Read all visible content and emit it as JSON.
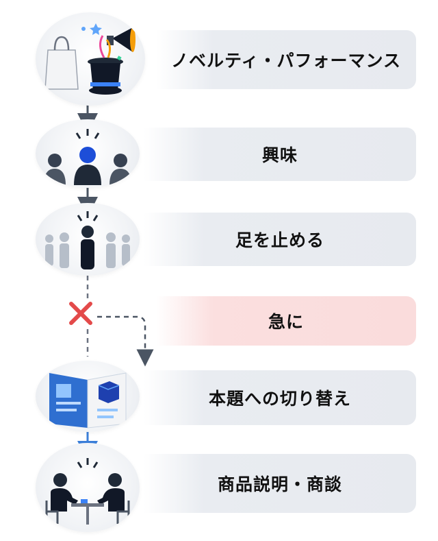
{
  "steps": [
    {
      "label": "ノベルティ・パフォーマンス",
      "icon": "shopping-bag-magic-hat-megaphone-icon"
    },
    {
      "label": "興味",
      "icon": "interested-people-icon"
    },
    {
      "label": "足を止める",
      "icon": "person-stopping-in-crowd-icon"
    },
    {
      "label": "急に",
      "icon": ""
    },
    {
      "label": "本題への切り替え",
      "icon": "open-brochure-icon"
    },
    {
      "label": "商品説明・商談",
      "icon": "business-meeting-icon"
    }
  ],
  "colors": {
    "arrow_gray": "#4b5563",
    "arrow_blue": "#3b7fd9",
    "cross_red": "#e34a4a",
    "label_bg": "#e9ecf1",
    "alert_bg": "#fadcdc"
  }
}
